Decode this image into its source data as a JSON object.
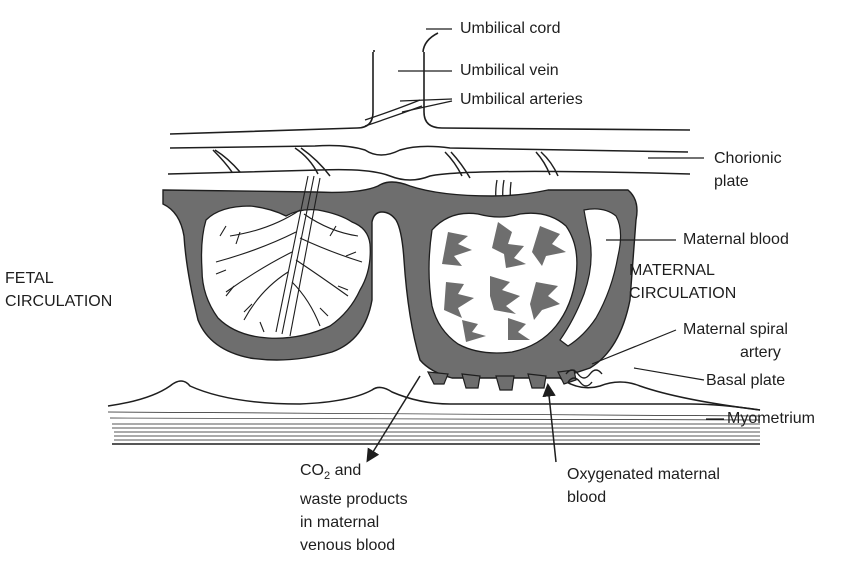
{
  "labels": {
    "umbilical_cord": "Umbilical cord",
    "umbilical_vein": "Umbilical vein",
    "umbilical_arteries": "Umbilical arteries",
    "chorionic_plate": [
      "Chorionic",
      "plate"
    ],
    "maternal_blood": "Maternal blood",
    "maternal_circulation": [
      "MATERNAL",
      "CIRCULATION"
    ],
    "fetal_circulation": [
      "FETAL",
      "CIRCULATION"
    ],
    "maternal_spiral_artery": [
      "Maternal spiral",
      "artery"
    ],
    "basal_plate": "Basal plate",
    "myometrium": "Myometrium",
    "co2_waste": {
      "line1_prefix": "CO",
      "line1_subscript": "2",
      "line1_suffix": " and",
      "line2": "waste products",
      "line3": "in maternal",
      "line4": "venous blood"
    },
    "oxygenated_blood": [
      "Oxygenated maternal",
      "blood"
    ]
  },
  "colors": {
    "maternal_blood_fill": "#6e6e6e",
    "line": "#1e1e1e",
    "background": "#ffffff"
  }
}
